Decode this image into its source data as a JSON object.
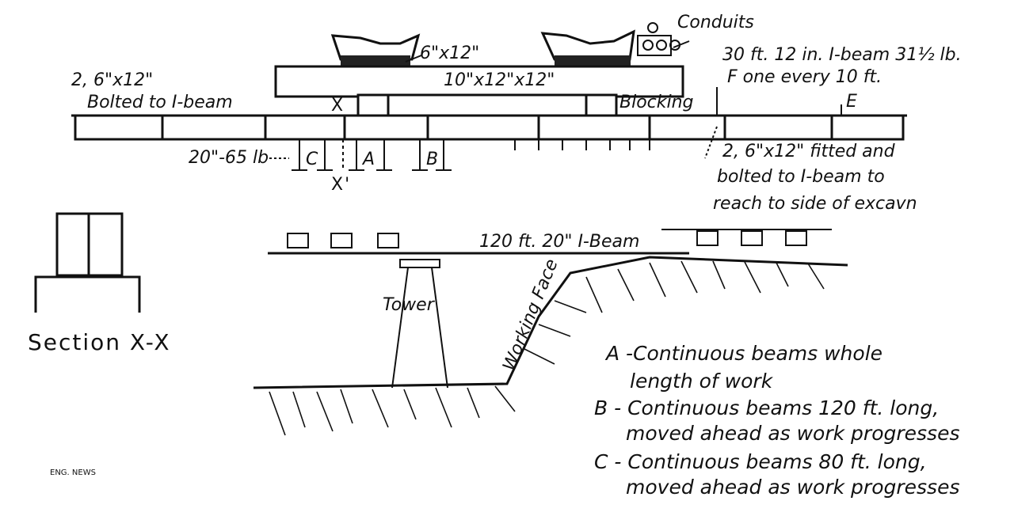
{
  "labels": {
    "conduits": "Conduits",
    "size_6x12": "6\"x12\"",
    "beam_10x12x12": "10\"x12\"x12\"",
    "i_beam_30ft": "30 ft. 12 in. I-beam 31½ lb.",
    "one_every_10ft": "F one every 10 ft.",
    "blocking": "Blocking",
    "label_e": "E",
    "plank_2_6x12": "2, 6\"x12\"",
    "bolted_to_ibeam": "Bolted to I-beam",
    "section_mark_x": "X",
    "section_mark_x_prime": "X'",
    "beam_20_65lb": "20\"-65 lb",
    "beam_c": "C",
    "beam_a": "A",
    "beam_b": "B",
    "fitted_line1": "2, 6\"x12\" fitted and",
    "fitted_line2": "bolted to I-beam to",
    "fitted_line3": "reach to side of excavn",
    "i_beam_120ft": "120 ft. 20\" I-Beam",
    "tower": "Tower",
    "working_face": "Working Face",
    "section_title": "Section X-X",
    "credit": "ENG. NEWS"
  },
  "legend": [
    {
      "key": "A",
      "line1": "A -Continuous beams whole",
      "line2": "length of work"
    },
    {
      "key": "B",
      "line1": "B - Continuous beams 120 ft. long,",
      "line2": "moved ahead as work progresses"
    },
    {
      "key": "C",
      "line1": "C - Continuous beams 80 ft. long,",
      "line2": "moved ahead as work progresses"
    }
  ]
}
